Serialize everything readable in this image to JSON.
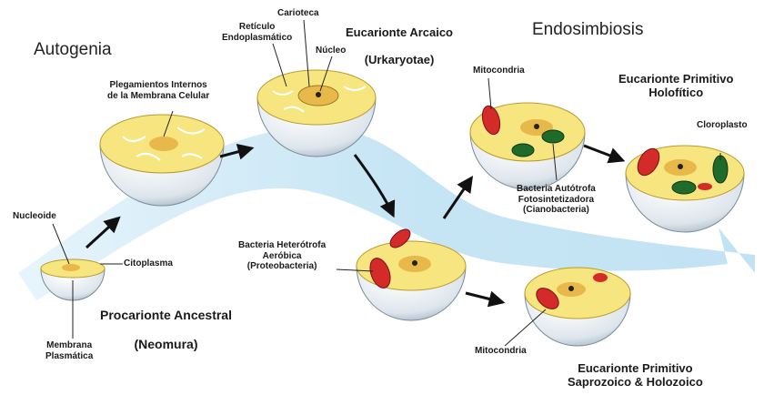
{
  "headings": {
    "autogenia": "Autogenia",
    "endosimbiosis": "Endosimbiosis"
  },
  "stages": {
    "procarionte": {
      "name": "Procarionte Ancestral",
      "group": "(Neomura)"
    },
    "eucarionte_arcaico": {
      "name": "Eucarionte Arcaico",
      "group": "(Urkaryotae)"
    },
    "holofitico": {
      "name": "Eucarionte Primitivo\nHolofítico"
    },
    "saprozoico": {
      "name": "Eucarionte Primitivo\nSaprozoico & Holozoico"
    }
  },
  "labels": {
    "nucleoide": "Nucleoide",
    "citoplasma": "Citoplasma",
    "membrana_plasmatica": "Membrana\nPlasmática",
    "plegamientos": "Plegamientos Internos\nde la Membrana Celular",
    "reticulo": "Retículo\nEndoplasmático",
    "carioteca": "Carioteca",
    "nucleo": "Núcleo",
    "bacteria_heterotrofa": "Bacteria Heterótrofa\nAeróbica\n(Proteobacteria)",
    "mitocondria_top": "Mitocondria",
    "mitocondria_bottom": "Mitocondria",
    "bacteria_autotrofa": "Bacteria Autótrofa\nFotosintetizadora\n(Cianobacteria)",
    "cloroplasto": "Cloroplasto"
  },
  "colors": {
    "band": "#cfe9f6",
    "cytoplasm": "#f7e680",
    "nucleus": "#e8b84a",
    "mitochondria": "#d42a2a",
    "chloroplast": "#1f6b2a"
  }
}
